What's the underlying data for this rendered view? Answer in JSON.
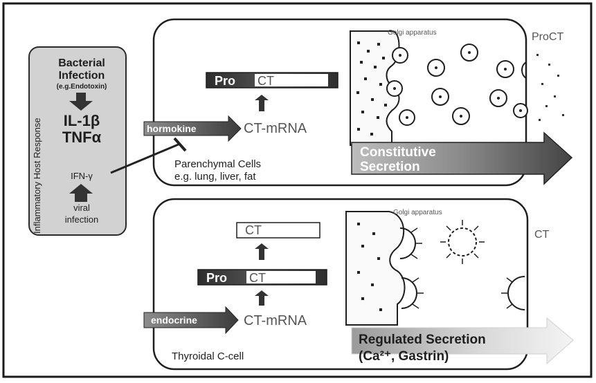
{
  "inflammatory": {
    "side_label": "Inflammatory Host Response",
    "bacterial_line1": "Bacterial",
    "bacterial_line2": "Infection",
    "bacterial_line3": "(e.g.Endotoxin)",
    "il1b": "IL-1β",
    "tnfa": "TNFα",
    "ifn": "IFN-γ",
    "viral_line1": "viral",
    "viral_line2": "infection"
  },
  "parenchymal": {
    "golgi_label": "Golgi apparatus",
    "procalcitonin_label": "ProCT",
    "bar_pro": "Pro",
    "bar_ct": "CT",
    "mrna": "CT-mRNA",
    "hormokine": "hormokine",
    "cell_line1": "Parenchymal Cells",
    "cell_line2": "e.g. lung, liver, fat",
    "secretion_line1": "Constitutive",
    "secretion_line2": "Secretion"
  },
  "thyroid": {
    "golgi_label": "Golgi apparatus",
    "ct_label": "CT",
    "ct_box": "CT",
    "bar_pro": "Pro",
    "bar_ct": "CT",
    "mrna": "CT-mRNA",
    "endocrine": "endocrine",
    "cell_label": "Thyroidal C-cell",
    "secretion_line1": "Regulated Secretion",
    "secretion_line2": "(Ca²⁺, Gastrin)"
  }
}
